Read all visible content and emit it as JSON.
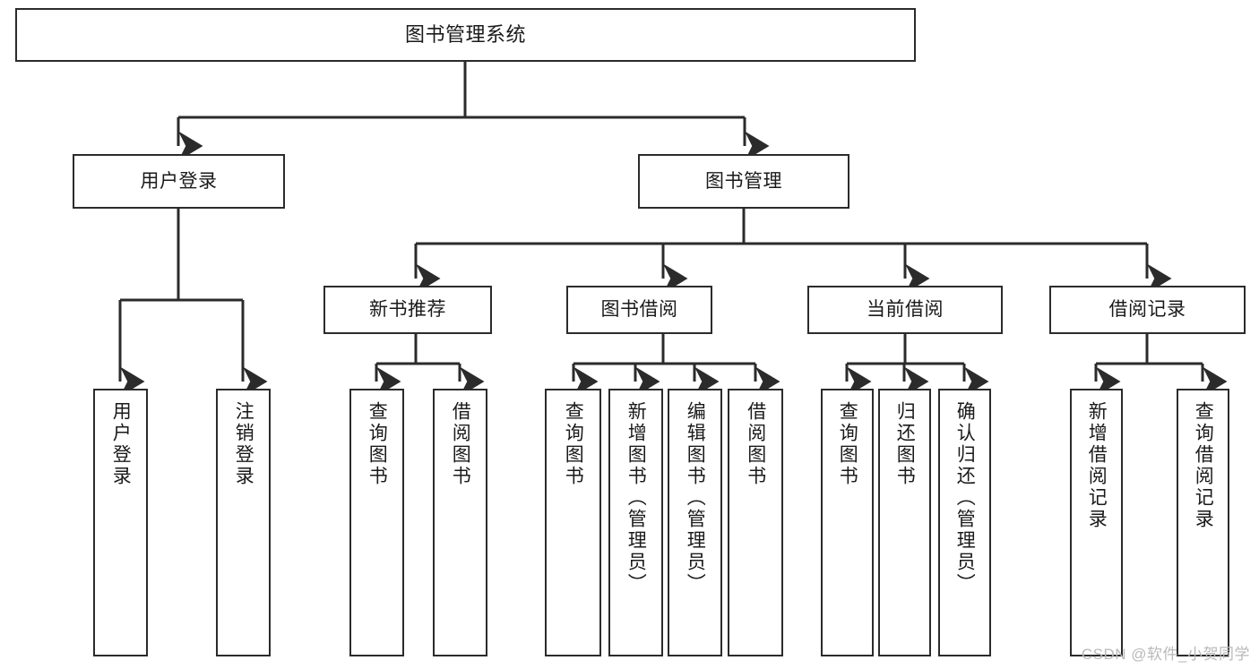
{
  "diagram": {
    "type": "tree-hierarchy",
    "title": "图书管理系统",
    "background_color": "#ffffff",
    "line_color": "#2b2b2b",
    "text_color": "#1a1a1a",
    "watermark": "CSDN @软件_小贺同学"
  },
  "nodes": {
    "root": {
      "label": "图书管理系统"
    },
    "level2": [
      {
        "id": "user-login",
        "label": "用户登录"
      },
      {
        "id": "book-manage",
        "label": "图书管理"
      }
    ],
    "level3": [
      {
        "id": "new-book-recommend",
        "label": "新书推荐"
      },
      {
        "id": "book-borrow",
        "label": "图书借阅"
      },
      {
        "id": "current-borrow",
        "label": "当前借阅"
      },
      {
        "id": "borrow-record",
        "label": "借阅记录"
      }
    ],
    "leaves": {
      "user_login": [
        {
          "id": "leaf-user-login",
          "label": "用户登录"
        },
        {
          "id": "leaf-logout-login",
          "label": "注销登录"
        }
      ],
      "new_book_recommend": [
        {
          "id": "leaf-query-book-1",
          "label": "查询图书"
        },
        {
          "id": "leaf-borrow-book-1",
          "label": "借阅图书"
        }
      ],
      "book_borrow": [
        {
          "id": "leaf-query-book-2",
          "label": "查询图书"
        },
        {
          "id": "leaf-add-book",
          "label": "新增图书（管理员）"
        },
        {
          "id": "leaf-edit-book",
          "label": "编辑图书（管理员）"
        },
        {
          "id": "leaf-borrow-book-2",
          "label": "借阅图书"
        }
      ],
      "current_borrow": [
        {
          "id": "leaf-query-book-3",
          "label": "查询图书"
        },
        {
          "id": "leaf-return-book",
          "label": "归还图书"
        },
        {
          "id": "leaf-confirm-return",
          "label": "确认归还（管理员）"
        }
      ],
      "borrow_record": [
        {
          "id": "leaf-add-record",
          "label": "新增借阅记录"
        },
        {
          "id": "leaf-query-record",
          "label": "查询借阅记录"
        }
      ]
    }
  }
}
